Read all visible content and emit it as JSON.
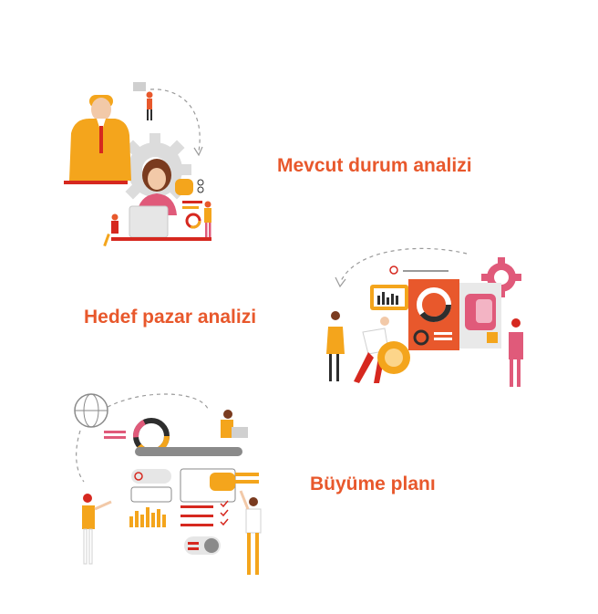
{
  "colors": {
    "accent": "#E8582C",
    "orange": "#F4A51C",
    "red": "#D6281F",
    "pink": "#E05A7A",
    "gray": "#8A8A8A",
    "light_gray": "#E6E6E6",
    "dark": "#2E2E2E"
  },
  "steps": [
    {
      "label": "Mevcut durum analizi",
      "icon": "business-team-gear-illustration"
    },
    {
      "label": "Hedef pazar analizi",
      "icon": "market-dashboard-illustration"
    },
    {
      "label": "Büyüme planı",
      "icon": "growth-planning-illustration"
    }
  ]
}
